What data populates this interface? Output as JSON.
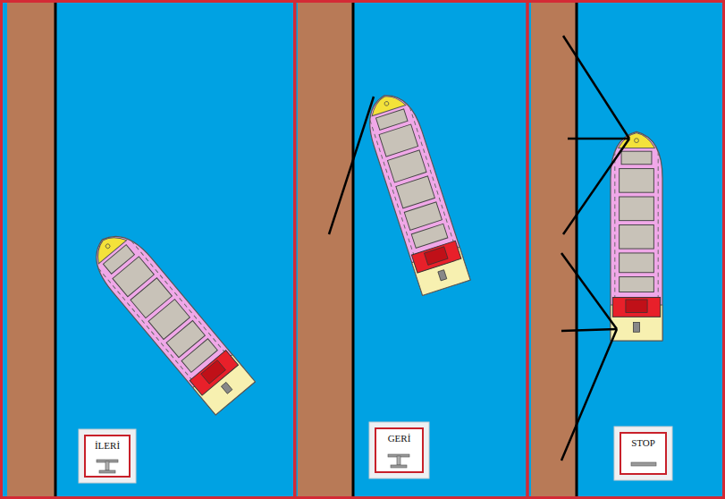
{
  "diagram": {
    "nodes": [
      {
        "text": [
          "İLERİ"
        ]
      },
      {
        "text": [
          "GERİ"
        ]
      },
      {
        "text": [
          "STOP"
        ]
      }
    ]
  }
}
